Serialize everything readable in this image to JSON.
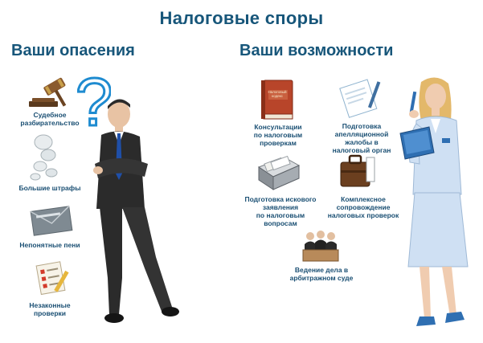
{
  "title": "Налоговые споры",
  "fears": {
    "heading": "Ваши опасения",
    "items": [
      {
        "label": "Судебное\nразбирательство",
        "icon": "gavel-icon"
      },
      {
        "label": "Большие штрафы",
        "icon": "coins-icon"
      },
      {
        "label": "Непонятные пени",
        "icon": "mail-icon"
      },
      {
        "label": "Незаконные\nпроверки",
        "icon": "checklist-icon"
      }
    ]
  },
  "opportunities": {
    "heading": "Ваши возможности",
    "book_text": "Налоговый\nкодекс",
    "items": [
      {
        "label": "Консультации\nпо налоговым\nпроверкам",
        "icon": "tax-code-book-icon"
      },
      {
        "label": "Подготовка\nапелляционной\nжалобы в\nналоговый орган",
        "icon": "document-pen-icon"
      },
      {
        "label": "Подготовка искового\nзаявления\nпо налоговым\nвопросам",
        "icon": "card-file-icon"
      },
      {
        "label": "Комплексное\nсопровождение\nналоговых проверок",
        "icon": "briefcase-icon"
      },
      {
        "label": "Ведение дела в\nарбитражном суде",
        "icon": "court-judges-icon"
      }
    ]
  },
  "colors": {
    "heading": "#17567a",
    "question_mark": "#1e8bd0",
    "suit": "#2b2b2b",
    "dress": "#cfe0f3"
  }
}
